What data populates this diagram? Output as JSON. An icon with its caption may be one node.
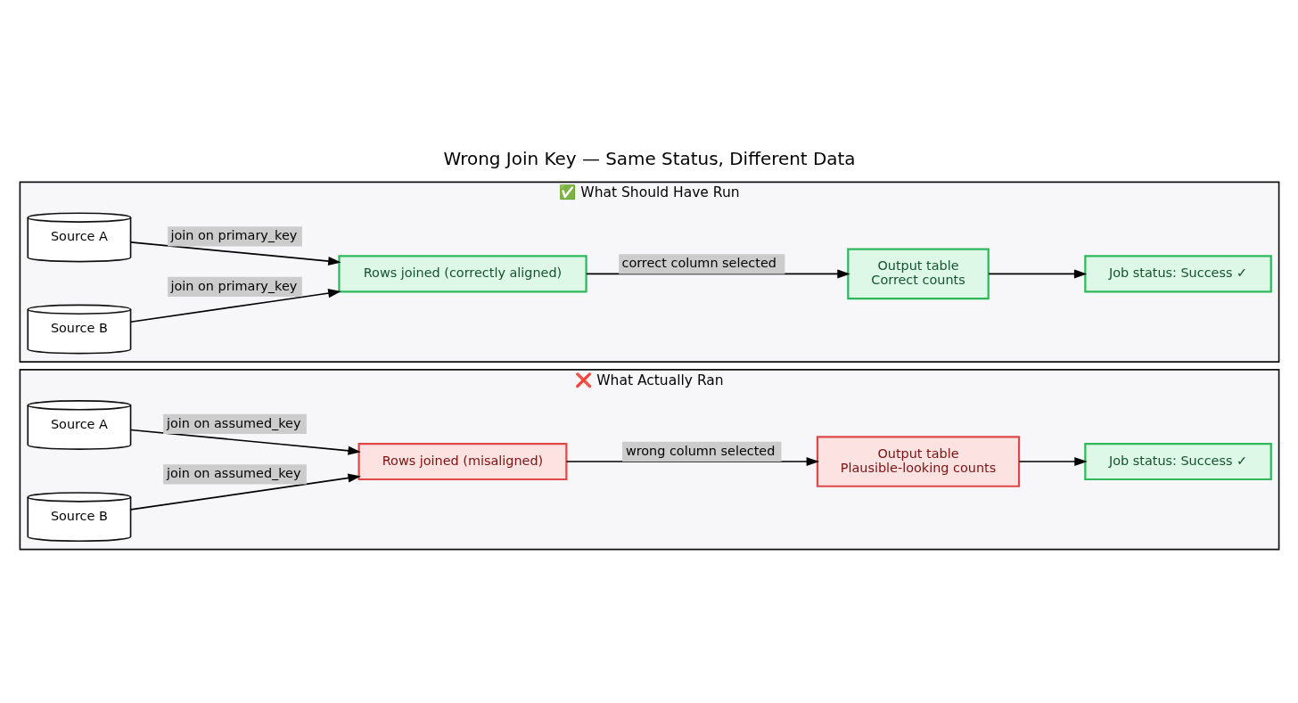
{
  "diagram": {
    "title": "Wrong Join Key — Same Status, Different Data",
    "nodes": [
      {
        "text": [
          "❌ What Actually Ran"
        ]
      },
      {
        "text": [
          "Source A"
        ],
        "in": 0
      },
      {
        "text": [
          "Source B"
        ],
        "in": 0
      },
      {
        "text": [
          "Rows joined (misaligned)"
        ],
        "in": 0
      },
      {
        "text": [
          "Output table",
          "Plausible-looking counts"
        ],
        "in": 0
      },
      {
        "text": [
          "Job status: Success ✓"
        ],
        "in": 0
      },
      {
        "text": [
          "✅ What Should Have Run"
        ]
      },
      {
        "text": [
          "Source A"
        ],
        "in": 6
      },
      {
        "text": [
          "Source B"
        ],
        "in": 6
      },
      {
        "text": [
          "Rows joined (correctly aligned)"
        ],
        "in": 6
      },
      {
        "text": [
          "Output table",
          "Correct counts"
        ],
        "in": 6
      },
      {
        "text": [
          "Job status: Success ✓"
        ],
        "in": 6
      }
    ],
    "edges": [
      {
        "from": 1,
        "to": 3,
        "arrow": "to",
        "label": "join on assumed_key"
      },
      {
        "from": 2,
        "to": 3,
        "arrow": "to",
        "label": "join on assumed_key"
      },
      {
        "from": 3,
        "to": 4,
        "arrow": "to",
        "label": "wrong column selected"
      },
      {
        "from": 4,
        "to": 5,
        "arrow": "to"
      },
      {
        "from": 7,
        "to": 9,
        "arrow": "to",
        "label": "join on primary_key"
      },
      {
        "from": 8,
        "to": 9,
        "arrow": "to",
        "label": "join on primary_key"
      },
      {
        "from": 9,
        "to": 10,
        "arrow": "to",
        "label": "correct column selected"
      },
      {
        "from": 10,
        "to": 11,
        "arrow": "to"
      }
    ]
  }
}
